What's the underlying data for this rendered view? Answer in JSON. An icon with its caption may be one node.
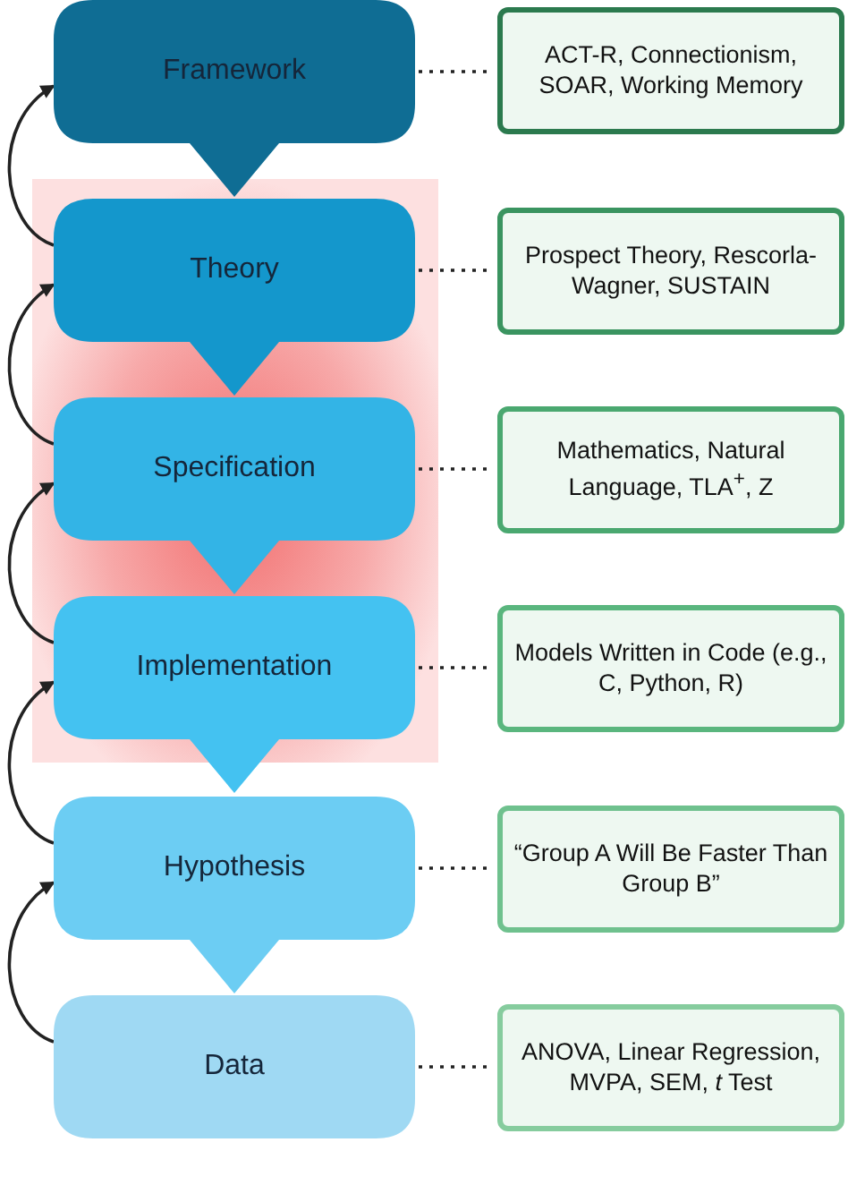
{
  "diagram": {
    "nodes": [
      {
        "text": [
          "Framework"
        ]
      },
      {
        "text": [
          "Theory"
        ]
      },
      {
        "text": [
          "Specification"
        ]
      },
      {
        "text": [
          "Implementation"
        ]
      },
      {
        "text": [
          "Hypothesis"
        ]
      },
      {
        "text": [
          "Data"
        ]
      },
      {
        "text": [
          "ACT-R, Connectionism, SOAR, Working Memory"
        ]
      },
      {
        "text": [
          "Prospect Theory, Rescorla-Wagner, SUSTAIN"
        ]
      },
      {
        "text": [
          "Mathematics, Natural Language, TLA$^{+}$, Z"
        ]
      },
      {
        "text": [
          "Models Written in Code (e.g., C, Python, R)"
        ]
      },
      {
        "text": [
          "“Group A Will Be Faster Than Group B”"
        ]
      },
      {
        "text": [
          "ANOVA, Linear Regression, MVPA, SEM, *t* Test"
        ]
      }
    ],
    "edges": [
      {
        "from": 1,
        "to": 0,
        "arrow": "to"
      },
      {
        "from": 2,
        "to": 1,
        "arrow": "to"
      },
      {
        "from": 3,
        "to": 2,
        "arrow": "to"
      },
      {
        "from": 4,
        "to": 3,
        "arrow": "to"
      },
      {
        "from": 5,
        "to": 4,
        "arrow": "to"
      },
      {
        "from": 0,
        "to": 6,
        "arrow": "none",
        "style": "dashed"
      },
      {
        "from": 1,
        "to": 7,
        "arrow": "none",
        "style": "dashed"
      },
      {
        "from": 2,
        "to": 8,
        "arrow": "none",
        "style": "dashed"
      },
      {
        "from": 3,
        "to": 9,
        "arrow": "none",
        "style": "dashed"
      },
      {
        "from": 4,
        "to": 10,
        "arrow": "none",
        "style": "dashed"
      },
      {
        "from": 5,
        "to": 11,
        "arrow": "none",
        "style": "dashed"
      }
    ]
  }
}
